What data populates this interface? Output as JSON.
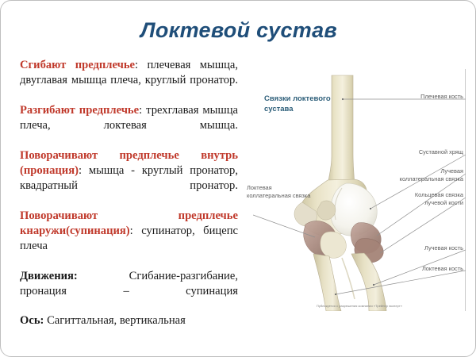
{
  "slide": {
    "title": "Локтевой сустав",
    "title_color": "#1f4e79",
    "accent_red": "#c0392b",
    "background": "#ffffff",
    "border_color": "#bfbfbf"
  },
  "content": {
    "paragraphs": [
      {
        "id": "flexion",
        "heading": "Сгибают предплечье",
        "heading_color": "#c0392b",
        "separator": ": ",
        "body": "плечевая мышца, двуглавая мышца плеча, круглый пронатор."
      },
      {
        "id": "extension",
        "heading": "Разгибают предплечье",
        "heading_color": "#c0392b",
        "separator": ": ",
        "body": "трехглавая мышца плеча, локтевая мышца."
      },
      {
        "id": "pronation",
        "heading": "Поворачивают предплечье внутрь (пронация)",
        "heading_color": "#c0392b",
        "separator": ": ",
        "body": "мышца - круглый пронатор, квадратный пронатор."
      },
      {
        "id": "supination",
        "heading": "Поворачивают предплечье кнаружи(супинация)",
        "heading_color": "#c0392b",
        "separator": ": ",
        "body": "супинатор, бицепс плеча"
      },
      {
        "id": "movements",
        "heading": "Движения:",
        "heading_color": "#1a1a1a",
        "separator": " ",
        "body": "Сгибание-разгибание, пронация – супинация"
      },
      {
        "id": "axis",
        "heading": "Ось:",
        "heading_color": "#1a1a1a",
        "separator": " ",
        "body": "Сагиттальная, вертикальная"
      }
    ]
  },
  "illustration": {
    "caption": "Связки локтевого сустава",
    "caption_color": "#2e5f7a",
    "credit": "Публикуется с разрешения компании «Трейнер эксперт»",
    "labels": [
      {
        "id": "humerus",
        "text": "Плечевая кость",
        "side": "right"
      },
      {
        "id": "articular-cartilage",
        "text": "Суставной хрящ",
        "side": "right"
      },
      {
        "id": "radial-collateral",
        "text": "Лучевая\nколлатеральная связка",
        "side": "right"
      },
      {
        "id": "annular-ligament",
        "text": "Кольцевая связка\nлучевой кости",
        "side": "right"
      },
      {
        "id": "radius",
        "text": "Лучевая кость",
        "side": "right"
      },
      {
        "id": "ulna",
        "text": "Локтевая кость",
        "side": "right"
      },
      {
        "id": "ulnar-collateral",
        "text": "Локтевая\nколлатеральная связка",
        "side": "left"
      }
    ],
    "colors": {
      "bone": "#e6e0c4",
      "bone_shadow": "#cdc5a2",
      "bone_highlight": "#f4f0de",
      "cartilage": "#f7f7f2",
      "ligament": "#b2958b",
      "leader_line": "#8f8f8f"
    }
  }
}
